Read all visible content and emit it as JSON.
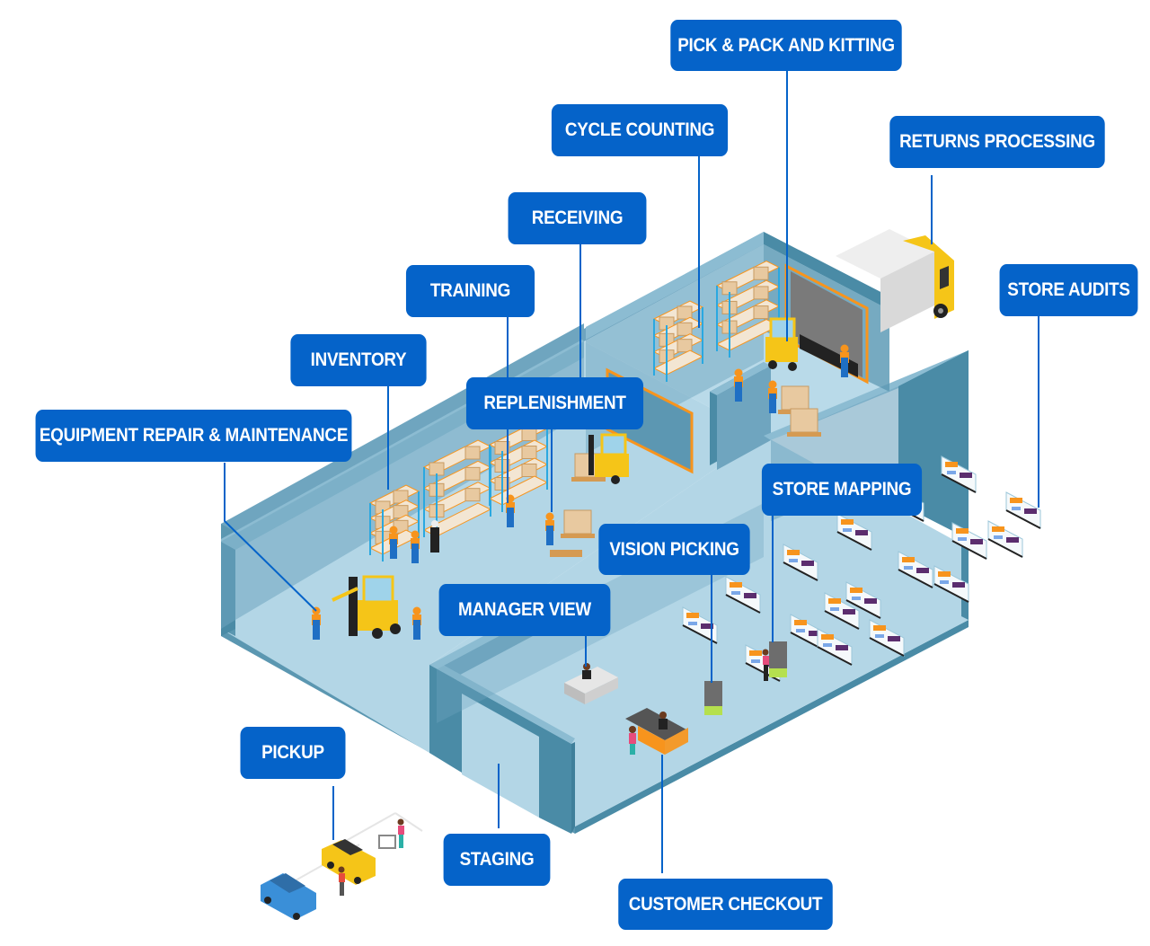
{
  "title": "Warehouse and Retail Store Use Cases",
  "colors": {
    "label_bg": "#0563c9",
    "label_text": "#ffffff",
    "connector": "#0563c9",
    "floor": "#b3d6e6",
    "wall_light": "#6fa5bf",
    "wall_dark": "#4a8ba6",
    "wall_top": "#8cbcd2",
    "door_trim": "#f7941d"
  },
  "labels": {
    "pick_pack": "PICK & PACK AND KITTING",
    "cycle_counting": "CYCLE COUNTING",
    "returns_processing": "RETURNS PROCESSING",
    "receiving": "RECEIVING",
    "training": "TRAINING",
    "store_audits": "STORE AUDITS",
    "inventory": "INVENTORY",
    "replenishment": "REPLENISHMENT",
    "equipment_repair": "EQUIPMENT REPAIR & MAINTENANCE",
    "store_mapping": "STORE MAPPING",
    "vision_picking": "VISION PICKING",
    "manager_view": "MANAGER VIEW",
    "pickup": "PICKUP",
    "staging": "STAGING",
    "customer_checkout": "CUSTOMER CHECKOUT"
  },
  "areas": [
    "warehouse-storage",
    "receiving-dock",
    "retail-store",
    "staging-bay",
    "parking-lot"
  ]
}
